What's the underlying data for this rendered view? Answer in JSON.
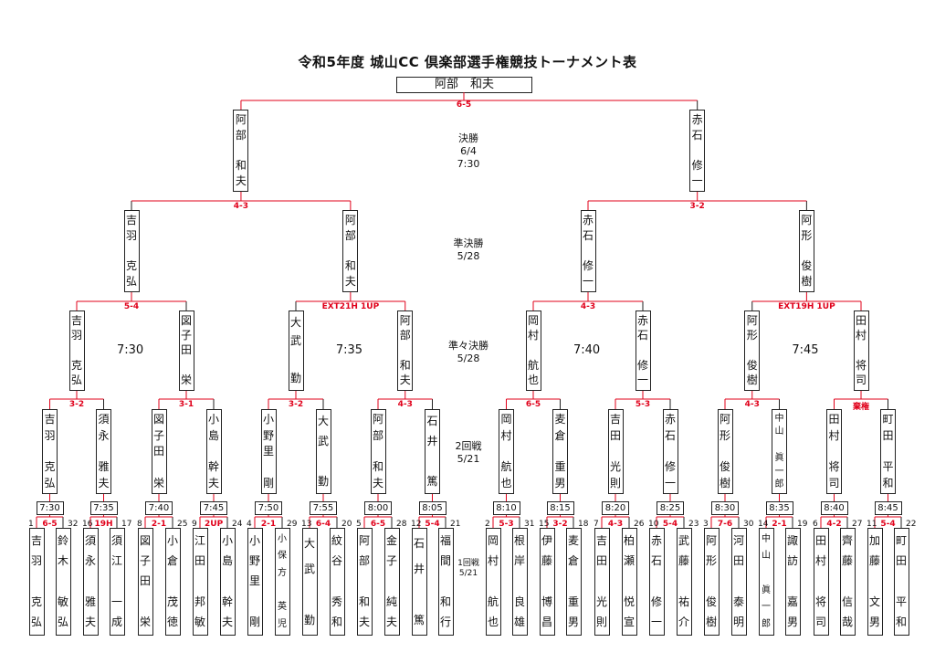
{
  "title": "令和5年度 城山CC 倶楽部選手権競技トーナメント表",
  "champion": "阿部　和夫",
  "final": {
    "label": [
      "決勝",
      "6/4",
      "7:30"
    ],
    "score": "6-5",
    "left": [
      "阿",
      "部",
      "",
      "和",
      "夫"
    ],
    "right": [
      "赤",
      "石",
      "",
      "修",
      "一"
    ]
  },
  "semifinals": {
    "label": [
      "準決勝",
      "5/28"
    ],
    "games": [
      {
        "score": "4-3",
        "top": [
          "吉",
          "羽",
          "",
          "克",
          "弘"
        ],
        "bottom": [
          "阿",
          "部",
          "",
          "和",
          "夫"
        ]
      },
      {
        "score": "3-2",
        "top": [
          "赤",
          "石",
          "",
          "修",
          "一"
        ],
        "bottom": [
          "阿",
          "形",
          "",
          "俊",
          "樹"
        ]
      }
    ]
  },
  "quarterfinals": {
    "label": [
      "準々決勝",
      "5/28"
    ],
    "games": [
      {
        "score": "5-4",
        "time": "7:30",
        "top": [
          "吉",
          "羽",
          "",
          "克",
          "弘"
        ],
        "bottom": [
          "図",
          "子",
          "田",
          "",
          "栄"
        ]
      },
      {
        "score": "EXT21H 1UP",
        "time": "7:35",
        "top": [
          "大",
          "武",
          "",
          "勤"
        ],
        "bottom": [
          "阿",
          "部",
          "",
          "和",
          "夫"
        ]
      },
      {
        "score": "4-3",
        "time": "7:40",
        "top": [
          "岡",
          "村",
          "",
          "航",
          "也"
        ],
        "bottom": [
          "赤",
          "石",
          "",
          "修",
          "一"
        ]
      },
      {
        "score": "EXT19H 1UP",
        "time": "7:45",
        "top": [
          "阿",
          "形",
          "",
          "俊",
          "樹"
        ],
        "bottom": [
          "田",
          "村",
          "",
          "将",
          "司"
        ]
      }
    ]
  },
  "round2": {
    "label": [
      "2回戦",
      "5/21"
    ],
    "games": [
      {
        "score": "3-2",
        "top": [
          "吉",
          "羽",
          "",
          "克",
          "弘"
        ],
        "bottom": [
          "須",
          "永",
          "",
          "雅",
          "夫"
        ]
      },
      {
        "score": "3-1",
        "top": [
          "図",
          "子",
          "田",
          "",
          "栄"
        ],
        "bottom": [
          "小",
          "島",
          "",
          "幹",
          "夫"
        ]
      },
      {
        "score": "3-2",
        "top": [
          "小",
          "野",
          "里",
          "",
          "剛"
        ],
        "bottom": [
          "大",
          "武",
          "",
          "勤"
        ]
      },
      {
        "score": "4-3",
        "top": [
          "阿",
          "部",
          "",
          "和",
          "夫"
        ],
        "bottom": [
          "石",
          "井",
          "",
          "篤"
        ]
      },
      {
        "score": "6-5",
        "top": [
          "岡",
          "村",
          "",
          "航",
          "也"
        ],
        "bottom": [
          "麦",
          "倉",
          "",
          "重",
          "男"
        ]
      },
      {
        "score": "5-3",
        "top": [
          "吉",
          "田",
          "",
          "光",
          "則"
        ],
        "bottom": [
          "赤",
          "石",
          "",
          "修",
          "一"
        ]
      },
      {
        "score": "4-3",
        "top": [
          "阿",
          "形",
          "",
          "俊",
          "樹"
        ],
        "bottom": [
          "中",
          "山",
          "",
          "眞",
          "一",
          "郎"
        ]
      },
      {
        "score": "棄権",
        "top": [
          "田",
          "村",
          "",
          "将",
          "司"
        ],
        "bottom": [
          "町",
          "田",
          "",
          "平",
          "和"
        ]
      }
    ]
  },
  "round1": {
    "label": [
      "1回戦",
      "5/21"
    ],
    "games": [
      {
        "time": "7:30",
        "score": "6-5",
        "seeds": [
          "1",
          "32"
        ],
        "players": [
          [
            "吉",
            "羽",
            "",
            "克",
            "弘"
          ],
          [
            "鈴",
            "木",
            "",
            "敏",
            "弘"
          ]
        ]
      },
      {
        "time": "7:35",
        "score": "19H",
        "seeds": [
          "16",
          "17"
        ],
        "players": [
          [
            "須",
            "永",
            "",
            "雅",
            "夫"
          ],
          [
            "須",
            "江",
            "",
            "一",
            "成"
          ]
        ]
      },
      {
        "time": "7:40",
        "score": "2-1",
        "seeds": [
          "8",
          "25"
        ],
        "players": [
          [
            "図",
            "子",
            "田",
            "",
            "栄"
          ],
          [
            "小",
            "倉",
            "",
            "茂",
            "徳"
          ]
        ]
      },
      {
        "time": "7:45",
        "score": "2UP",
        "seeds": [
          "9",
          "24"
        ],
        "players": [
          [
            "江",
            "田",
            "",
            "邦",
            "敏"
          ],
          [
            "小",
            "島",
            "",
            "幹",
            "夫"
          ]
        ]
      },
      {
        "time": "7:50",
        "score": "2-1",
        "seeds": [
          "4",
          "29"
        ],
        "players": [
          [
            "小",
            "野",
            "里",
            "",
            "剛"
          ],
          [
            "小",
            "保",
            "方",
            "",
            "英",
            "児"
          ]
        ]
      },
      {
        "time": "7:55",
        "score": "6-4",
        "seeds": [
          "13",
          "20"
        ],
        "players": [
          [
            "大",
            "武",
            "",
            "勤"
          ],
          [
            "紋",
            "谷",
            "",
            "秀",
            "和"
          ]
        ]
      },
      {
        "time": "8:00",
        "score": "6-5",
        "seeds": [
          "5",
          "28"
        ],
        "players": [
          [
            "阿",
            "部",
            "",
            "和",
            "夫"
          ],
          [
            "金",
            "子",
            "",
            "純",
            "夫"
          ]
        ]
      },
      {
        "time": "8:05",
        "score": "5-4",
        "seeds": [
          "12",
          "21"
        ],
        "players": [
          [
            "石",
            "井",
            "",
            "篤"
          ],
          [
            "福",
            "間",
            "",
            "和",
            "行"
          ]
        ]
      },
      {
        "time": "8:10",
        "score": "5-3",
        "seeds": [
          "2",
          "31"
        ],
        "players": [
          [
            "岡",
            "村",
            "",
            "航",
            "也"
          ],
          [
            "根",
            "岸",
            "",
            "良",
            "雄"
          ]
        ]
      },
      {
        "time": "8:15",
        "score": "3-2",
        "seeds": [
          "15",
          "18"
        ],
        "players": [
          [
            "伊",
            "藤",
            "",
            "博",
            "昌"
          ],
          [
            "麦",
            "倉",
            "",
            "重",
            "男"
          ]
        ]
      },
      {
        "time": "8:20",
        "score": "4-3",
        "seeds": [
          "7",
          "26"
        ],
        "players": [
          [
            "吉",
            "田",
            "",
            "光",
            "則"
          ],
          [
            "柏",
            "瀬",
            "",
            "悦",
            "宣"
          ]
        ]
      },
      {
        "time": "8:25",
        "score": "5-4",
        "seeds": [
          "10",
          "23"
        ],
        "players": [
          [
            "赤",
            "石",
            "",
            "修",
            "一"
          ],
          [
            "武",
            "藤",
            "",
            "祐",
            "介"
          ]
        ]
      },
      {
        "time": "8:30",
        "score": "7-6",
        "seeds": [
          "3",
          "30"
        ],
        "players": [
          [
            "阿",
            "形",
            "",
            "俊",
            "樹"
          ],
          [
            "河",
            "田",
            "",
            "泰",
            "明"
          ]
        ]
      },
      {
        "time": "8:35",
        "score": "2-1",
        "seeds": [
          "14",
          "19"
        ],
        "players": [
          [
            "中",
            "山",
            "",
            "眞",
            "一",
            "郎"
          ],
          [
            "諏",
            "訪",
            "",
            "嘉",
            "男"
          ]
        ]
      },
      {
        "time": "8:40",
        "score": "4-2",
        "seeds": [
          "6",
          "27"
        ],
        "players": [
          [
            "田",
            "村",
            "",
            "将",
            "司"
          ],
          [
            "齊",
            "藤",
            "",
            "信",
            "哉"
          ]
        ]
      },
      {
        "time": "8:45",
        "score": "5-4",
        "seeds": [
          "11",
          "22"
        ],
        "players": [
          [
            "加",
            "藤",
            "",
            "文",
            "男"
          ],
          [
            "町",
            "田",
            "",
            "平",
            "和"
          ]
        ]
      }
    ]
  },
  "colors": {
    "winner_line": "#e0001a",
    "line": "#222222",
    "score": "#e0001a"
  }
}
